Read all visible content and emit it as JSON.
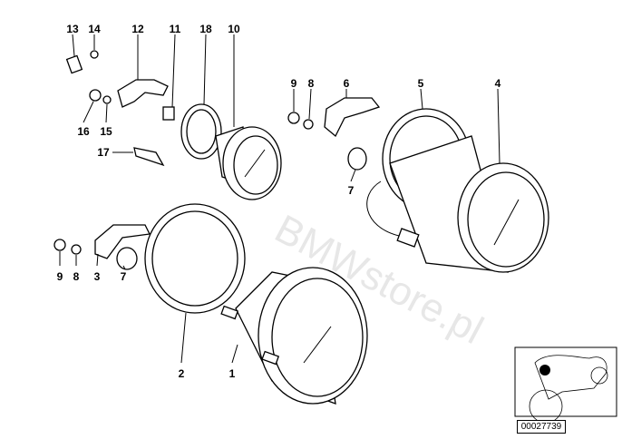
{
  "diagram": {
    "labels": [
      "13",
      "14",
      "12",
      "11",
      "18",
      "10",
      "16",
      "15",
      "17",
      "9",
      "8",
      "6",
      "5",
      "4",
      "7",
      "9",
      "8",
      "3",
      "7",
      "2",
      "1"
    ],
    "watermark": "BMWstore.pl",
    "thumbnail_id": "00027739"
  }
}
